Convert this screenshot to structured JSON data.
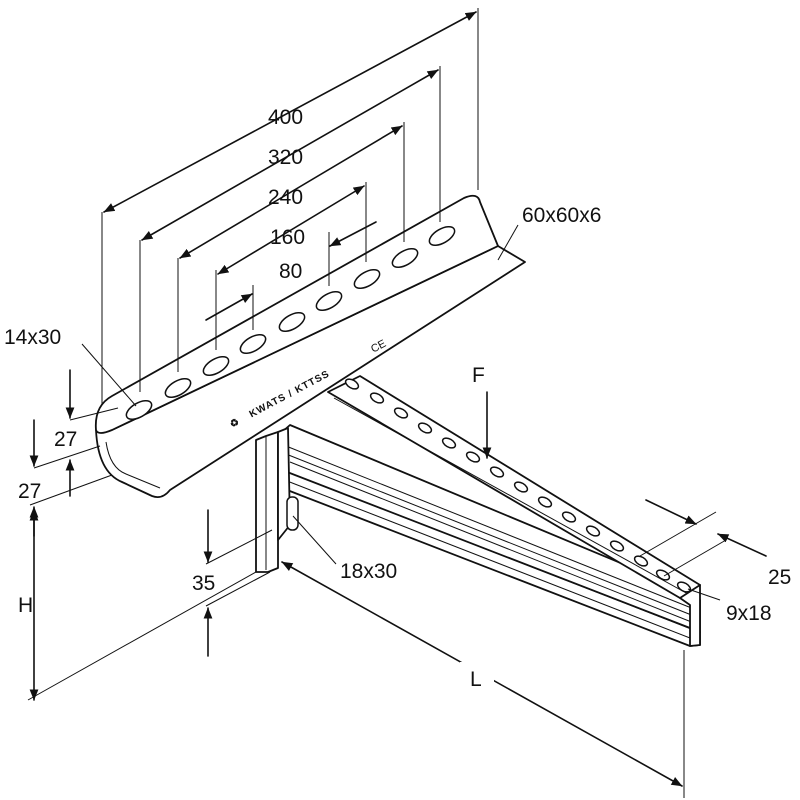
{
  "dimensions": {
    "len_400": "400",
    "len_320": "320",
    "len_240": "240",
    "len_160": "160",
    "len_80": "80",
    "angle_profile": "60x60x6",
    "slot_wall": "14x30",
    "spacing_27_upper": "27",
    "spacing_27_lower": "27",
    "height": "H",
    "mount_35": "35",
    "slot_mount": "18x30",
    "load": "F",
    "length": "L",
    "width_25": "25",
    "slot_arm": "9x18"
  },
  "stamp": {
    "marking": "KWATS / KTTSS",
    "ce": "CE"
  },
  "colors": {
    "line": "#111111",
    "background": "#ffffff"
  }
}
